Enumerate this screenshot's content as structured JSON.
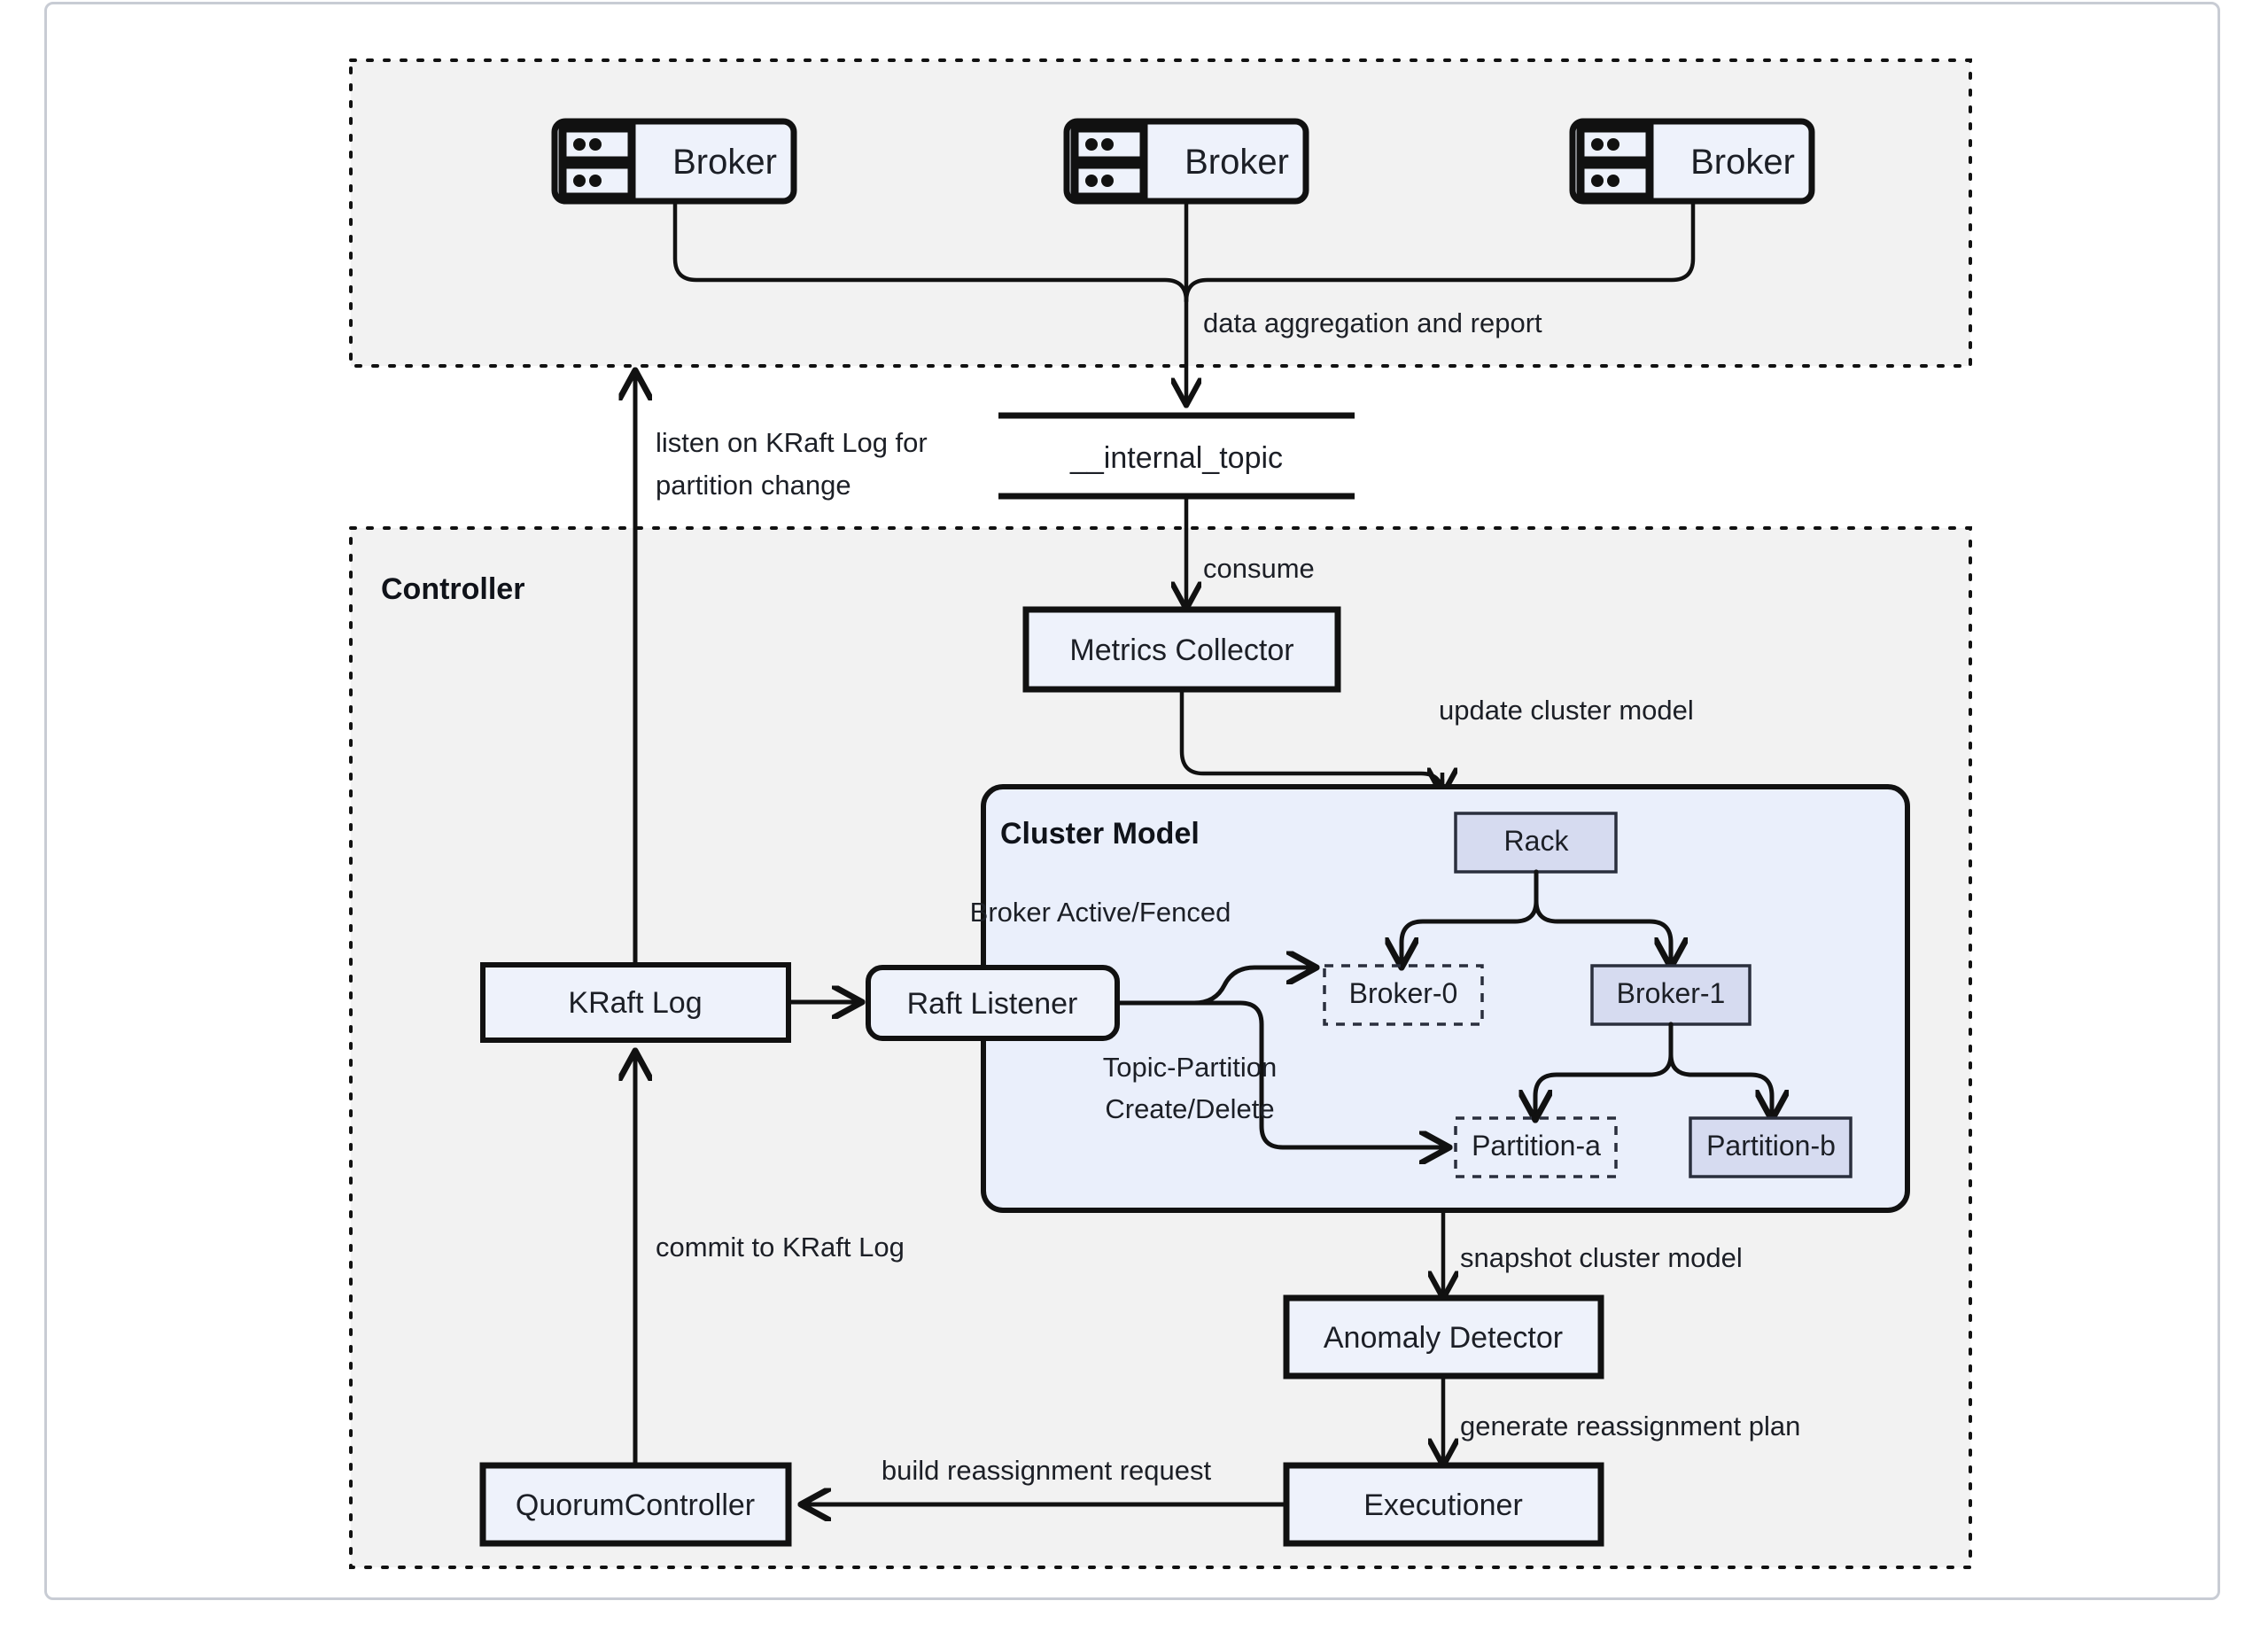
{
  "diagram": {
    "title": "Kafka auto-balancing controller architecture",
    "groups": {
      "brokers_group": {
        "label": "",
        "style": "dotted",
        "fill": "#f2f2f2"
      },
      "controller_group": {
        "label": "Controller",
        "style": "dotted",
        "fill": "#f2f2f2"
      },
      "cluster_model_group": {
        "label": "Cluster Model",
        "style": "rounded-solid",
        "fill": "#eaeffb"
      }
    },
    "brokers": [
      {
        "id": "broker-left",
        "label": "Broker",
        "icon": "server-rack-icon"
      },
      {
        "id": "broker-center",
        "label": "Broker",
        "icon": "server-rack-icon"
      },
      {
        "id": "broker-right",
        "label": "Broker",
        "icon": "server-rack-icon"
      }
    ],
    "topic": {
      "id": "internal-topic",
      "label": "__internal_topic",
      "shape": "datastore-lines"
    },
    "nodes": [
      {
        "id": "metrics-collector",
        "label": "Metrics Collector",
        "shape": "rect",
        "fill": "#eef2fb"
      },
      {
        "id": "anomaly-detector",
        "label": "Anomaly Detector",
        "shape": "rect",
        "fill": "#eef2fb"
      },
      {
        "id": "executioner",
        "label": "Executioner",
        "shape": "rect",
        "fill": "#eef2fb"
      },
      {
        "id": "quorum-controller",
        "label": "QuorumController",
        "shape": "rect",
        "fill": "#eef2fb"
      },
      {
        "id": "kraft-log",
        "label": "KRaft Log",
        "shape": "rect",
        "fill": "#eef2fb"
      },
      {
        "id": "raft-listener",
        "label": "Raft Listener",
        "shape": "rounded-rect",
        "fill": "#eef2fb"
      }
    ],
    "cluster_model_nodes": [
      {
        "id": "rack",
        "label": "Rack",
        "shape": "rect",
        "fill": "#d6dbf0",
        "border": "solid"
      },
      {
        "id": "broker-0",
        "label": "Broker-0",
        "shape": "rect",
        "fill": "none",
        "border": "dashed"
      },
      {
        "id": "broker-1",
        "label": "Broker-1",
        "shape": "rect",
        "fill": "#d6dbf0",
        "border": "solid"
      },
      {
        "id": "partition-a",
        "label": "Partition-a",
        "shape": "rect",
        "fill": "none",
        "border": "dashed"
      },
      {
        "id": "partition-b",
        "label": "Partition-b",
        "shape": "rect",
        "fill": "#d6dbf0",
        "border": "solid"
      }
    ],
    "edge_labels": {
      "data_aggregation": "data aggregation and report",
      "consume": "consume",
      "update_cluster_model": "update cluster model",
      "snapshot_cluster_model": "snapshot cluster model",
      "generate_plan": "generate reassignment plan",
      "build_request": "build reassignment request",
      "commit_to_kraft": "commit to KRaft Log",
      "listen_kraft_line1": "listen on KRaft Log for",
      "listen_kraft_line2": "partition change",
      "broker_active_fenced": "Broker Active/Fenced",
      "topic_partition_line1": "Topic-Partition",
      "topic_partition_line2": "Create/Delete"
    },
    "colors": {
      "stroke": "#111111",
      "node_fill_light": "#eef2fb",
      "node_fill_accent": "#d6dbf0",
      "group_fill": "#f2f2f2",
      "cluster_fill": "#eaeffb",
      "page_border": "#c8ccd4"
    }
  }
}
